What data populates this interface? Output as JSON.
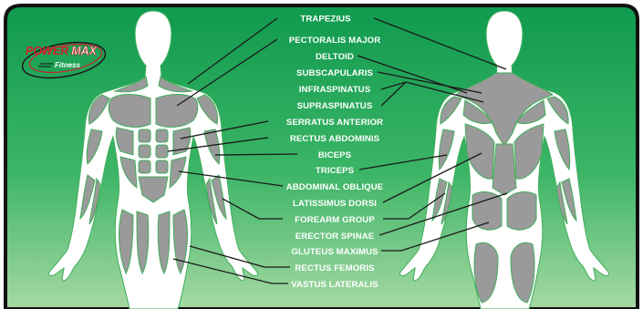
{
  "brand": {
    "name_part1": "POWER",
    "name_part2": "MAX",
    "tagline": "Fitness"
  },
  "colors": {
    "background_top": "#0f9a4e",
    "background_bottom": "#a6d9a3",
    "border": "#111111",
    "body_fill": "#ffffff",
    "muscle_fill": "#9a9a9a",
    "muscle_stroke": "#3fae5a",
    "label_text": "#ffffff",
    "leader_line": "#1a1a1a",
    "brand_red": "#d0202a"
  },
  "muscle_labels": [
    "TRAPEZIUS",
    "PECTORALIS MAJOR",
    "DELTOID",
    "SUBSCAPULARIS",
    "INFRASPINATUS",
    "SUPRASPINATUS",
    "SERRATUS ANTERIOR",
    "RECTUS ABDOMINIS",
    "BICEPS",
    "TRICEPS",
    "ABDOMINAL OBLIQUE",
    "LATISSIMUS DORSI",
    "FOREARM GROUP",
    "ERECTOR SPINAE",
    "GLUTEUS MAXIMUS",
    "RECTUS FEMORIS",
    "VASTUS LATERALIS"
  ]
}
